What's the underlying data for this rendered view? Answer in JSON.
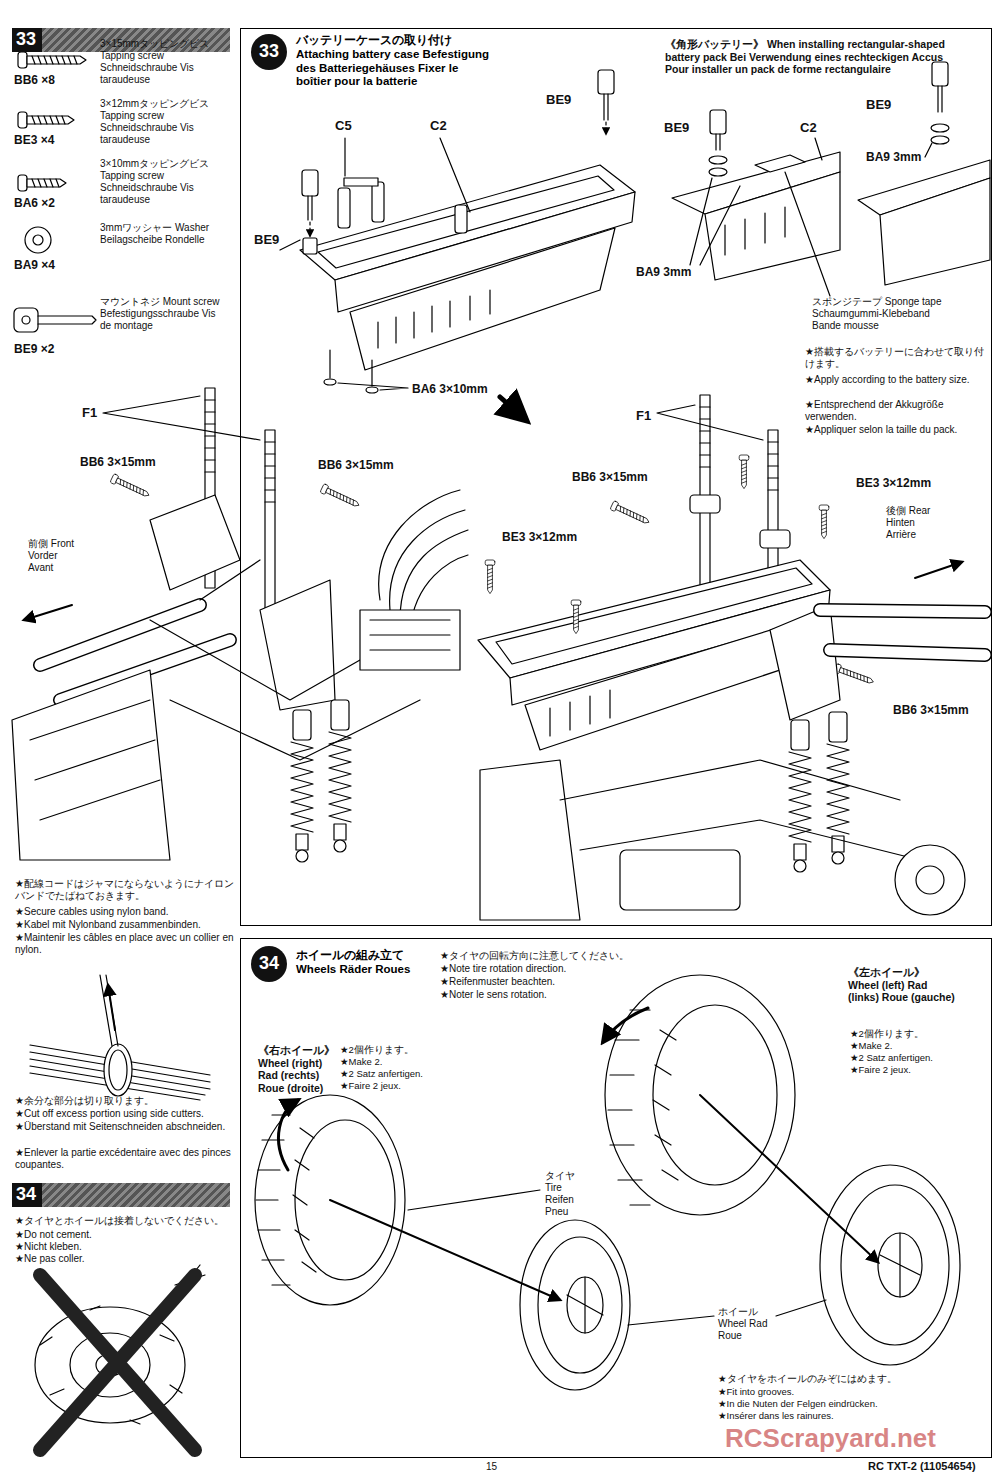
{
  "diagram": {
    "nodes": [
      {
        "text": [
          "33"
        ]
      },
      {
        "text": [
          "バッテリーケースの取り付け Attaching battery case Befestigung des Batteriegehäuses Fixer le boîtier pour la batterie"
        ]
      },
      {
        "text": [
          "33"
        ],
        "in": 1
      },
      {
        "text": [
          "ホイールの組み立て Wheels Räder Roues"
        ]
      },
      {
        "text": [
          "34"
        ],
        "in": 3
      },
      {
        "text": [
          "34"
        ]
      }
    ],
    "labels": [
      "3×15mmタッピングビス Tapping screw Schneidschraube Vis taraudeuse",
      "BB6 ×8",
      "3×12mmタッピングビス Tapping screw Schneidschraube Vis taraudeuse",
      "BE3 ×4",
      "3×10mmタッピングビス Tapping screw Schneidschraube Vis taraudeuse",
      "BA6 ×2",
      "3mmワッシャー Washer Beilagscheibe Rondelle",
      "BA9 ×4",
      "マウントネジ Mount screw Befestigungsschraube Vis de montage",
      "BE9 ×2",
      "F1",
      "BB6 3×15mm",
      "BB6 3×15mm",
      "前側 Front Vorder Avant",
      "BE9",
      "C5",
      "C2",
      "BA6 3×10mm",
      "《角形バッテリー》 When installing rectangular-shaped battery pack Bei Verwendung eines rechteckigen Accus Pour installer un pack de forme rectangulaire",
      "BE9",
      "BE9",
      "C2",
      "BE9",
      "BA9 3mm",
      "BA9 3mm",
      "スポンジテープ Sponge tape Schaumgummi-Klebeband Bande mousse",
      "★搭載するバッテリーに合わせて取り付けます。",
      "★Apply according to the battery size.",
      "★Entsprechend der Akkugröße verwenden.",
      "★Appliquer selon la taille du pack.",
      "F1",
      "BB6 3×15mm",
      "BE3 3×12mm",
      "BE3 3×12mm",
      "後側 Rear Hinten Arrière",
      "BB6 3×15mm",
      "★配線コードはジャマにならないようにナイロンバンドでたばねておきます。",
      "★Secure cables using nylon band.",
      "★Kabel mit Nylonband zusammenbinden.",
      "★Maintenir les câbles en place avec un collier en nylon.",
      "★余分な部分は切り取ります。",
      "★Cut off excess portion using side cutters.",
      "★Überstand mit Seitenschneiden abschneiden.",
      "★Enlever la partie excédentaire avec des pinces coupantes.",
      "★タイヤとホイールは接着しないでください。",
      "★Do not cement.",
      "★Nicht kleben.",
      "★Ne pas coller.",
      "★タイヤの回転方向に注意してください。",
      "★Note tire rotation direction.",
      "★Reifenmuster beachten.",
      "★Noter le sens rotation.",
      "《右ホイール》 Wheel (right) Rad (rechts) Roue (droite)",
      "★2個作ります。",
      "★Make 2.",
      "★2 Satz anfertigen.",
      "★Faire 2 jeux.",
      "《左ホイール》 Wheel (left) Rad (links) Roue (gauche)",
      "★2個作ります。",
      "★Make 2.",
      "★2 Satz anfertigen.",
      "★Faire 2 jeux.",
      "タイヤ Tire Reifen Pneu",
      "ホイール Wheel Rad Roue",
      "★タイヤをホイールのみぞにはめます。",
      "★Fit into grooves.",
      "★In die Nuten der Felgen eindrücken.",
      "★Insérer dans les rainures.",
      "RC TXT-2 (11054654)",
      "15",
      "RCScrapyard.net"
    ]
  }
}
